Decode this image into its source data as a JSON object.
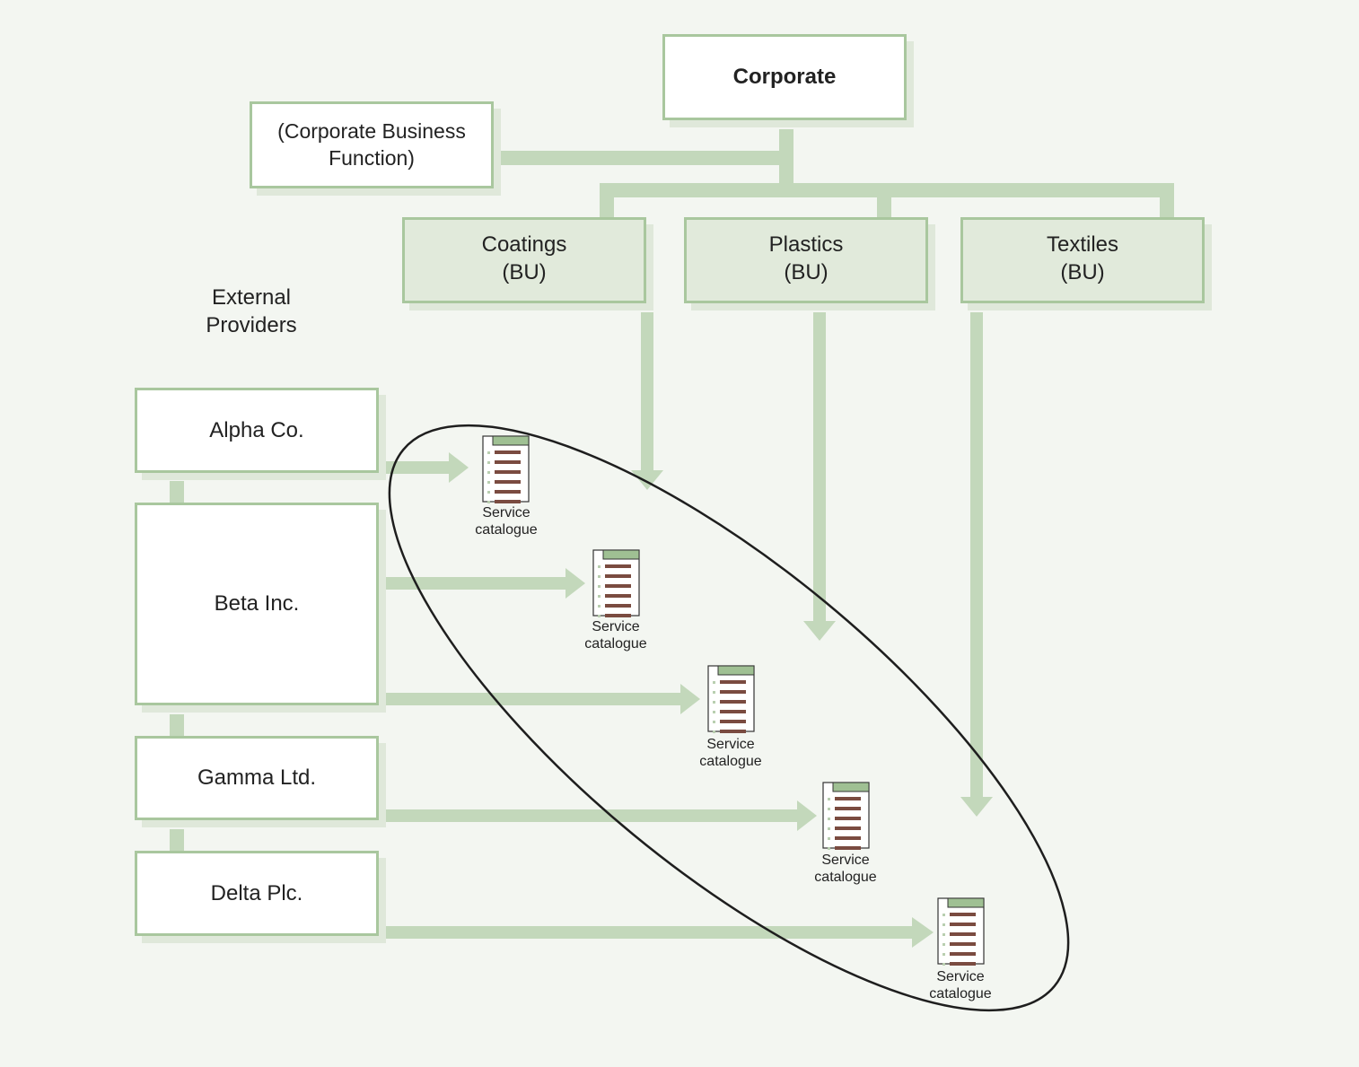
{
  "corporate": {
    "label": "Corporate"
  },
  "corporate_function": {
    "label": "(Corporate Business\nFunction)"
  },
  "business_units": [
    {
      "label": "Coatings\n(BU)"
    },
    {
      "label": "Plastics\n(BU)"
    },
    {
      "label": "Textiles\n(BU)"
    }
  ],
  "external_providers_heading": "External\nProviders",
  "providers": [
    {
      "label": "Alpha Co."
    },
    {
      "label": "Beta Inc."
    },
    {
      "label": "Gamma Ltd."
    },
    {
      "label": "Delta Plc."
    }
  ],
  "service_catalogues": [
    {
      "label": "Service\ncatalogue"
    },
    {
      "label": "Service\ncatalogue"
    },
    {
      "label": "Service\ncatalogue"
    },
    {
      "label": "Service\ncatalogue"
    },
    {
      "label": "Service\ncatalogue"
    }
  ],
  "colors": {
    "background": "#f3f6f1",
    "connector": "#c3d8bb",
    "box_border": "#a9c79e",
    "bu_fill": "#e1eadb",
    "catalogue_header": "#9fc093",
    "catalogue_lines": "#7a4b40",
    "ellipse": "#1e1e1e"
  },
  "icons": {
    "catalogue": "service-catalogue-icon"
  }
}
